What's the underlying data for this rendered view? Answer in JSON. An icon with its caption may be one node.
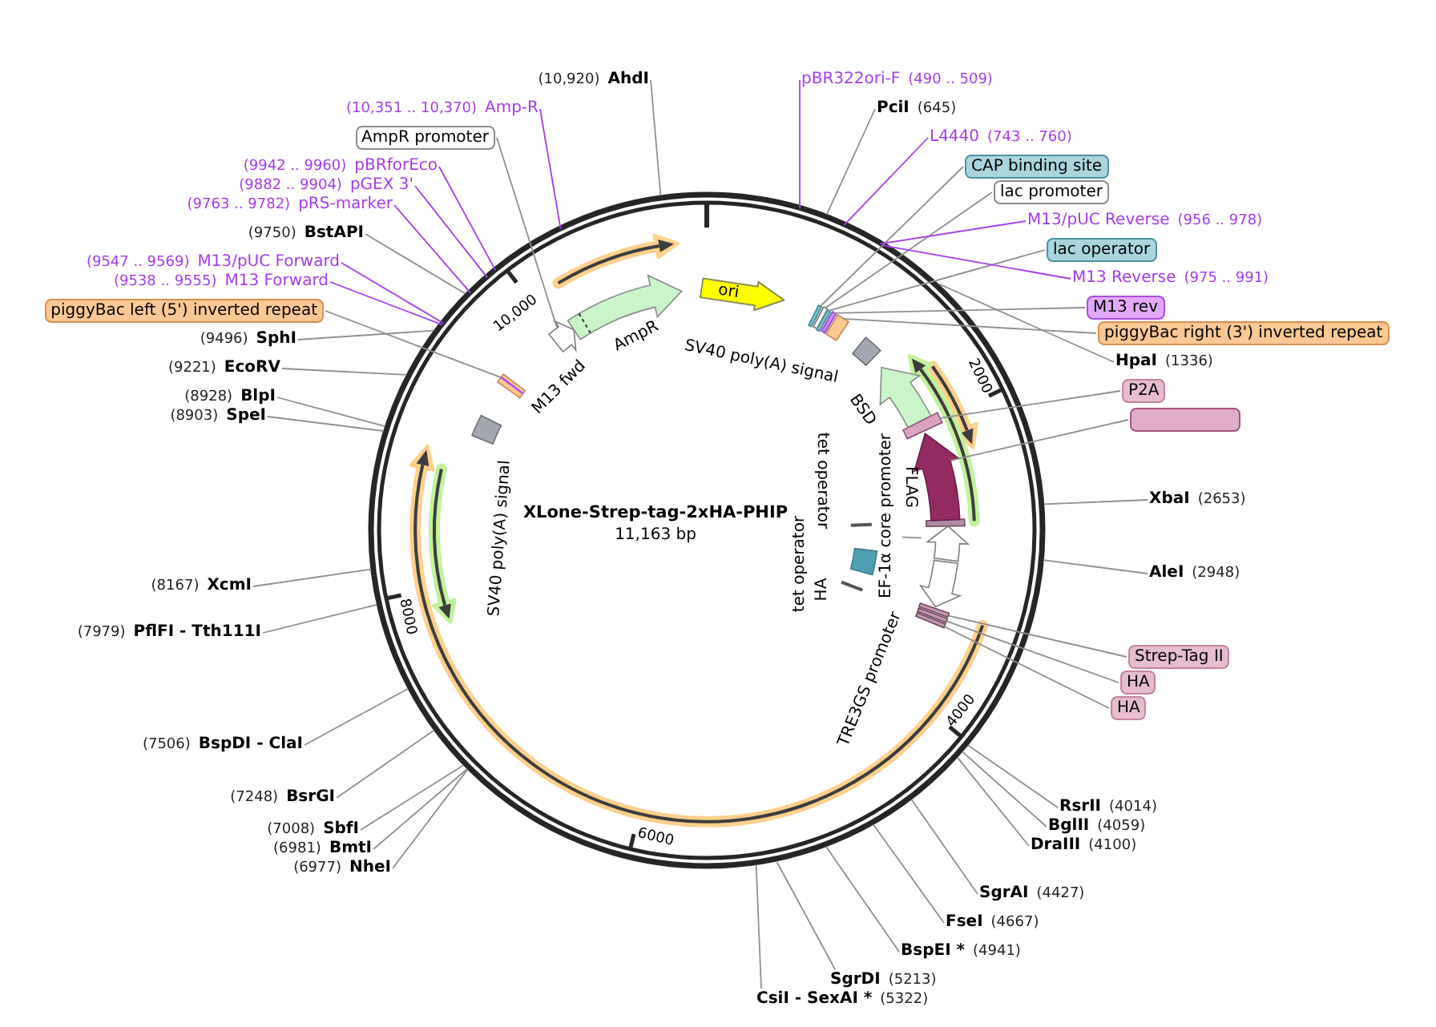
{
  "diagram": {
    "title": "XLone-Strep-tag-2xHA-PHIP",
    "nodes": [
      {
        "text": [
          "AhdI"
        ],
        "beside": [
          "(10,920)"
        ]
      },
      {
        "text": [
          "pBR322ori-F"
        ],
        "beside": [
          "(490 .. 509)"
        ]
      },
      {
        "text": [
          "Amp-R"
        ],
        "beside": [
          "(10,351 .. 10,370)"
        ]
      },
      {
        "text": [
          "PciI"
        ],
        "beside": [
          "(645)"
        ]
      },
      {
        "text": [
          "AmpR promoter"
        ]
      },
      {
        "text": [
          "L4440"
        ],
        "beside": [
          "(743 .. 760)"
        ]
      },
      {
        "text": [
          "pBRforEco"
        ],
        "beside": [
          "(9942 .. 9960)"
        ]
      },
      {
        "text": [
          "CAP binding site"
        ]
      },
      {
        "text": [
          "pGEX 3'"
        ],
        "beside": [
          "(9882 .. 9904)"
        ]
      },
      {
        "text": [
          "lac promoter"
        ]
      },
      {
        "text": [
          "pRS-marker"
        ],
        "beside": [
          "(9763 .. 9782)"
        ]
      },
      {
        "text": [
          "M13/pUC Reverse"
        ],
        "beside": [
          "(956 .. 978)"
        ]
      },
      {
        "text": [
          "BstAPI"
        ],
        "beside": [
          "(9750)"
        ]
      },
      {
        "text": [
          "lac operator"
        ]
      },
      {
        "text": [
          "M13/pUC Forward"
        ],
        "beside": [
          "(9547 .. 9569)"
        ]
      },
      {
        "text": [
          "M13 Reverse"
        ],
        "beside": [
          "(975 .. 991)"
        ]
      },
      {
        "text": [
          "M13 Forward"
        ],
        "beside": [
          "(9538 .. 9555)"
        ]
      },
      {
        "text": [
          "ori"
        ]
      },
      {
        "text": [
          "M13 rev"
        ]
      },
      {
        "text": [
          "piggyBac left (5') inverted repeat"
        ]
      },
      {
        "text": [
          "piggyBac right (3') inverted repeat"
        ]
      },
      {
        "text": [
          "SphI"
        ],
        "beside": [
          "(9496)"
        ]
      },
      {
        "text": [
          "HpaI"
        ],
        "beside": [
          "(1336)"
        ]
      },
      {
        "text": [
          "EcoRV"
        ],
        "beside": [
          "(9221)"
        ]
      },
      {
        "text": [
          "P2A"
        ]
      },
      {
        "text": [
          "BlpI"
        ],
        "beside": [
          "(8928)"
        ]
      },
      {
        "text": [
          "SpeI"
        ],
        "beside": [
          "(8903)"
        ]
      },
      {
        "text": [],
        "shape": "box"
      },
      {
        "text": [
          "XbaI"
        ],
        "beside": [
          "(2653)"
        ]
      },
      {
        "text": [
          "AleI"
        ],
        "beside": [
          "(2948)"
        ]
      },
      {
        "text": [
          "XcmI"
        ],
        "beside": [
          "(8167)"
        ]
      },
      {
        "text": [
          "PflFI - Tth111I"
        ],
        "beside": [
          "(7979)"
        ]
      },
      {
        "text": [
          "Strep-Tag II"
        ]
      },
      {
        "text": [
          "HA"
        ]
      },
      {
        "text": [
          "HA"
        ]
      },
      {
        "text": [
          "BspDI - ClaI"
        ],
        "beside": [
          "(7506)"
        ]
      },
      {
        "text": [
          "BsrGI"
        ],
        "beside": [
          "(7248)"
        ]
      },
      {
        "text": [
          "RsrII"
        ],
        "beside": [
          "(4014)"
        ]
      },
      {
        "text": [
          "BglII"
        ],
        "beside": [
          "(4059)"
        ]
      },
      {
        "text": [
          "SbfI"
        ],
        "beside": [
          "(7008)"
        ]
      },
      {
        "text": [
          "DraIII"
        ],
        "beside": [
          "(4100)"
        ]
      },
      {
        "text": [
          "BmtI"
        ],
        "beside": [
          "(6981)"
        ]
      },
      {
        "text": [
          "NheI"
        ],
        "beside": [
          "(6977)"
        ]
      },
      {
        "text": [
          "SgrAI"
        ],
        "beside": [
          "(4427)"
        ]
      },
      {
        "text": [
          "FseI"
        ],
        "beside": [
          "(4667)"
        ]
      },
      {
        "text": [
          "BspEI *"
        ],
        "beside": [
          "(4941)"
        ]
      },
      {
        "text": [
          "SgrDI"
        ],
        "beside": [
          "(5213)"
        ]
      },
      {
        "text": [
          "CsiI - SexAI *"
        ],
        "beside": [
          "(5322)"
        ]
      },
      {
        "text": [],
        "shape": "arrow"
      },
      {
        "text": [],
        "shape": "bar"
      },
      {
        "text": [],
        "shape": "bar"
      },
      {
        "text": [],
        "shape": "bar"
      },
      {
        "text": [],
        "shape": "bar"
      },
      {
        "text": [],
        "shape": "bar"
      },
      {
        "text": [],
        "shape": "bar"
      },
      {
        "text": [],
        "shape": "bar"
      },
      {
        "text": [],
        "shape": "arrow"
      },
      {
        "text": [],
        "shape": "bar"
      },
      {
        "text": [],
        "shape": "bar"
      },
      {
        "text": [],
        "shape": "bar"
      }
    ],
    "edges": [
      {
        "from": 0,
        "to": null,
        "arrow": "none"
      },
      {
        "from": 1,
        "to": null,
        "arrow": "none",
        "color": "#a53ce8"
      },
      {
        "from": 2,
        "to": null,
        "arrow": "none",
        "color": "#a53ce8"
      },
      {
        "from": 3,
        "to": null,
        "arrow": "none"
      },
      {
        "from": 4,
        "to": 48,
        "arrow": "none"
      },
      {
        "from": 5,
        "to": null,
        "arrow": "none",
        "color": "#a53ce8"
      },
      {
        "from": 6,
        "to": null,
        "arrow": "none",
        "color": "#a53ce8"
      },
      {
        "from": 7,
        "to": 49,
        "arrow": "none"
      },
      {
        "from": 8,
        "to": null,
        "arrow": "none",
        "color": "#a53ce8"
      },
      {
        "from": 9,
        "to": 50,
        "arrow": "none"
      },
      {
        "from": 10,
        "to": null,
        "arrow": "none",
        "color": "#a53ce8"
      },
      {
        "from": 11,
        "to": null,
        "arrow": "none",
        "color": "#a53ce8"
      },
      {
        "from": 12,
        "to": null,
        "arrow": "none"
      },
      {
        "from": 13,
        "to": 51,
        "arrow": "none"
      },
      {
        "from": 14,
        "to": null,
        "arrow": "none",
        "color": "#a53ce8"
      },
      {
        "from": 15,
        "to": null,
        "arrow": "none",
        "color": "#a53ce8"
      },
      {
        "from": 16,
        "to": null,
        "arrow": "none",
        "color": "#a53ce8"
      },
      {
        "from": 18,
        "to": 52,
        "arrow": "none"
      },
      {
        "from": 19,
        "to": 53,
        "arrow": "none"
      },
      {
        "from": 20,
        "to": 54,
        "arrow": "none"
      },
      {
        "from": 21,
        "to": null,
        "arrow": "none"
      },
      {
        "from": 22,
        "to": null,
        "arrow": "none"
      },
      {
        "from": 23,
        "to": null,
        "arrow": "none"
      },
      {
        "from": 24,
        "to": 55,
        "arrow": "none"
      },
      {
        "from": 25,
        "to": null,
        "arrow": "none"
      },
      {
        "from": 26,
        "to": null,
        "arrow": "none"
      },
      {
        "from": 27,
        "to": 56,
        "arrow": "none"
      },
      {
        "from": 28,
        "to": null,
        "arrow": "none"
      },
      {
        "from": 29,
        "to": null,
        "arrow": "none"
      },
      {
        "from": 30,
        "to": null,
        "arrow": "none"
      },
      {
        "from": 31,
        "to": null,
        "arrow": "none"
      },
      {
        "from": 32,
        "to": 57,
        "arrow": "none"
      },
      {
        "from": 33,
        "to": 58,
        "arrow": "none"
      },
      {
        "from": 34,
        "to": 59,
        "arrow": "none"
      },
      {
        "from": 35,
        "to": null,
        "arrow": "none"
      },
      {
        "from": 36,
        "to": null,
        "arrow": "none"
      },
      {
        "from": 37,
        "to": null,
        "arrow": "none"
      },
      {
        "from": 38,
        "to": null,
        "arrow": "none"
      },
      {
        "from": 39,
        "to": null,
        "arrow": "none"
      },
      {
        "from": 40,
        "to": null,
        "arrow": "none"
      },
      {
        "from": 41,
        "to": null,
        "arrow": "none"
      },
      {
        "from": 42,
        "to": null,
        "arrow": "none"
      },
      {
        "from": 43,
        "to": null,
        "arrow": "none"
      },
      {
        "from": 44,
        "to": null,
        "arrow": "none"
      },
      {
        "from": 45,
        "to": null,
        "arrow": "none"
      },
      {
        "from": 46,
        "to": null,
        "arrow": "none"
      },
      {
        "from": 47,
        "to": null,
        "arrow": "none"
      }
    ],
    "labels": [
      "10,000",
      "AmpR",
      "SV40 poly(A) signal",
      "2000",
      "M13 fwd",
      "BSD",
      "tet operator",
      "FLAG",
      "SV40 poly(A) signal",
      "EF-1α core promoter",
      "11,163 bp",
      "tet operator",
      "HA",
      "8000",
      "TRE3GS promoter",
      "4000",
      "6000"
    ]
  }
}
